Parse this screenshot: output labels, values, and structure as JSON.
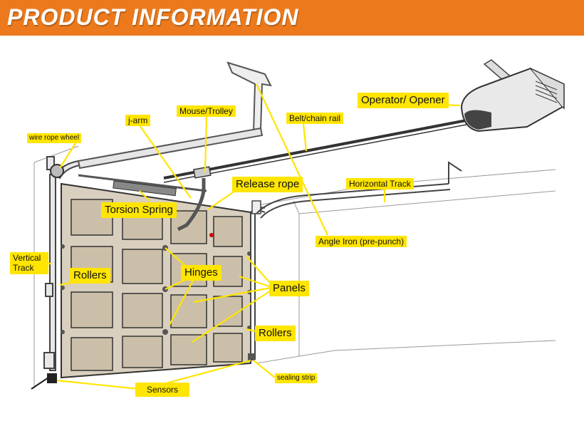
{
  "header": {
    "title": "PRODUCT INFORMATION"
  },
  "colors": {
    "banner": "#ec7a1c",
    "label_bg": "#ffe500",
    "panel_fill": "#d9cfbf",
    "leader": "#ffe500"
  },
  "labels": {
    "wire_rope_wheel": "wire rope wheel",
    "j_arm": "j-arm",
    "mouse_trolley": "Mouse/Trolley",
    "belt_chain_rail": "Belt/chain rail",
    "operator_opener": "Operator/ Opener",
    "release_rope": "Release rope",
    "horizontal_track": "Horizontal Track",
    "torsion_spring": "Torsion Spring",
    "angle_iron": "Angle Iron (pre-punch)",
    "vertical_track_line1": "Vertical",
    "vertical_track_line2": "Track",
    "rollers_left": "Rollers",
    "hinges": "Hinges",
    "panels": "Panels",
    "rollers_right": "Rollers",
    "sealing_strip": "sealing strip",
    "sensors": "Sensors"
  }
}
